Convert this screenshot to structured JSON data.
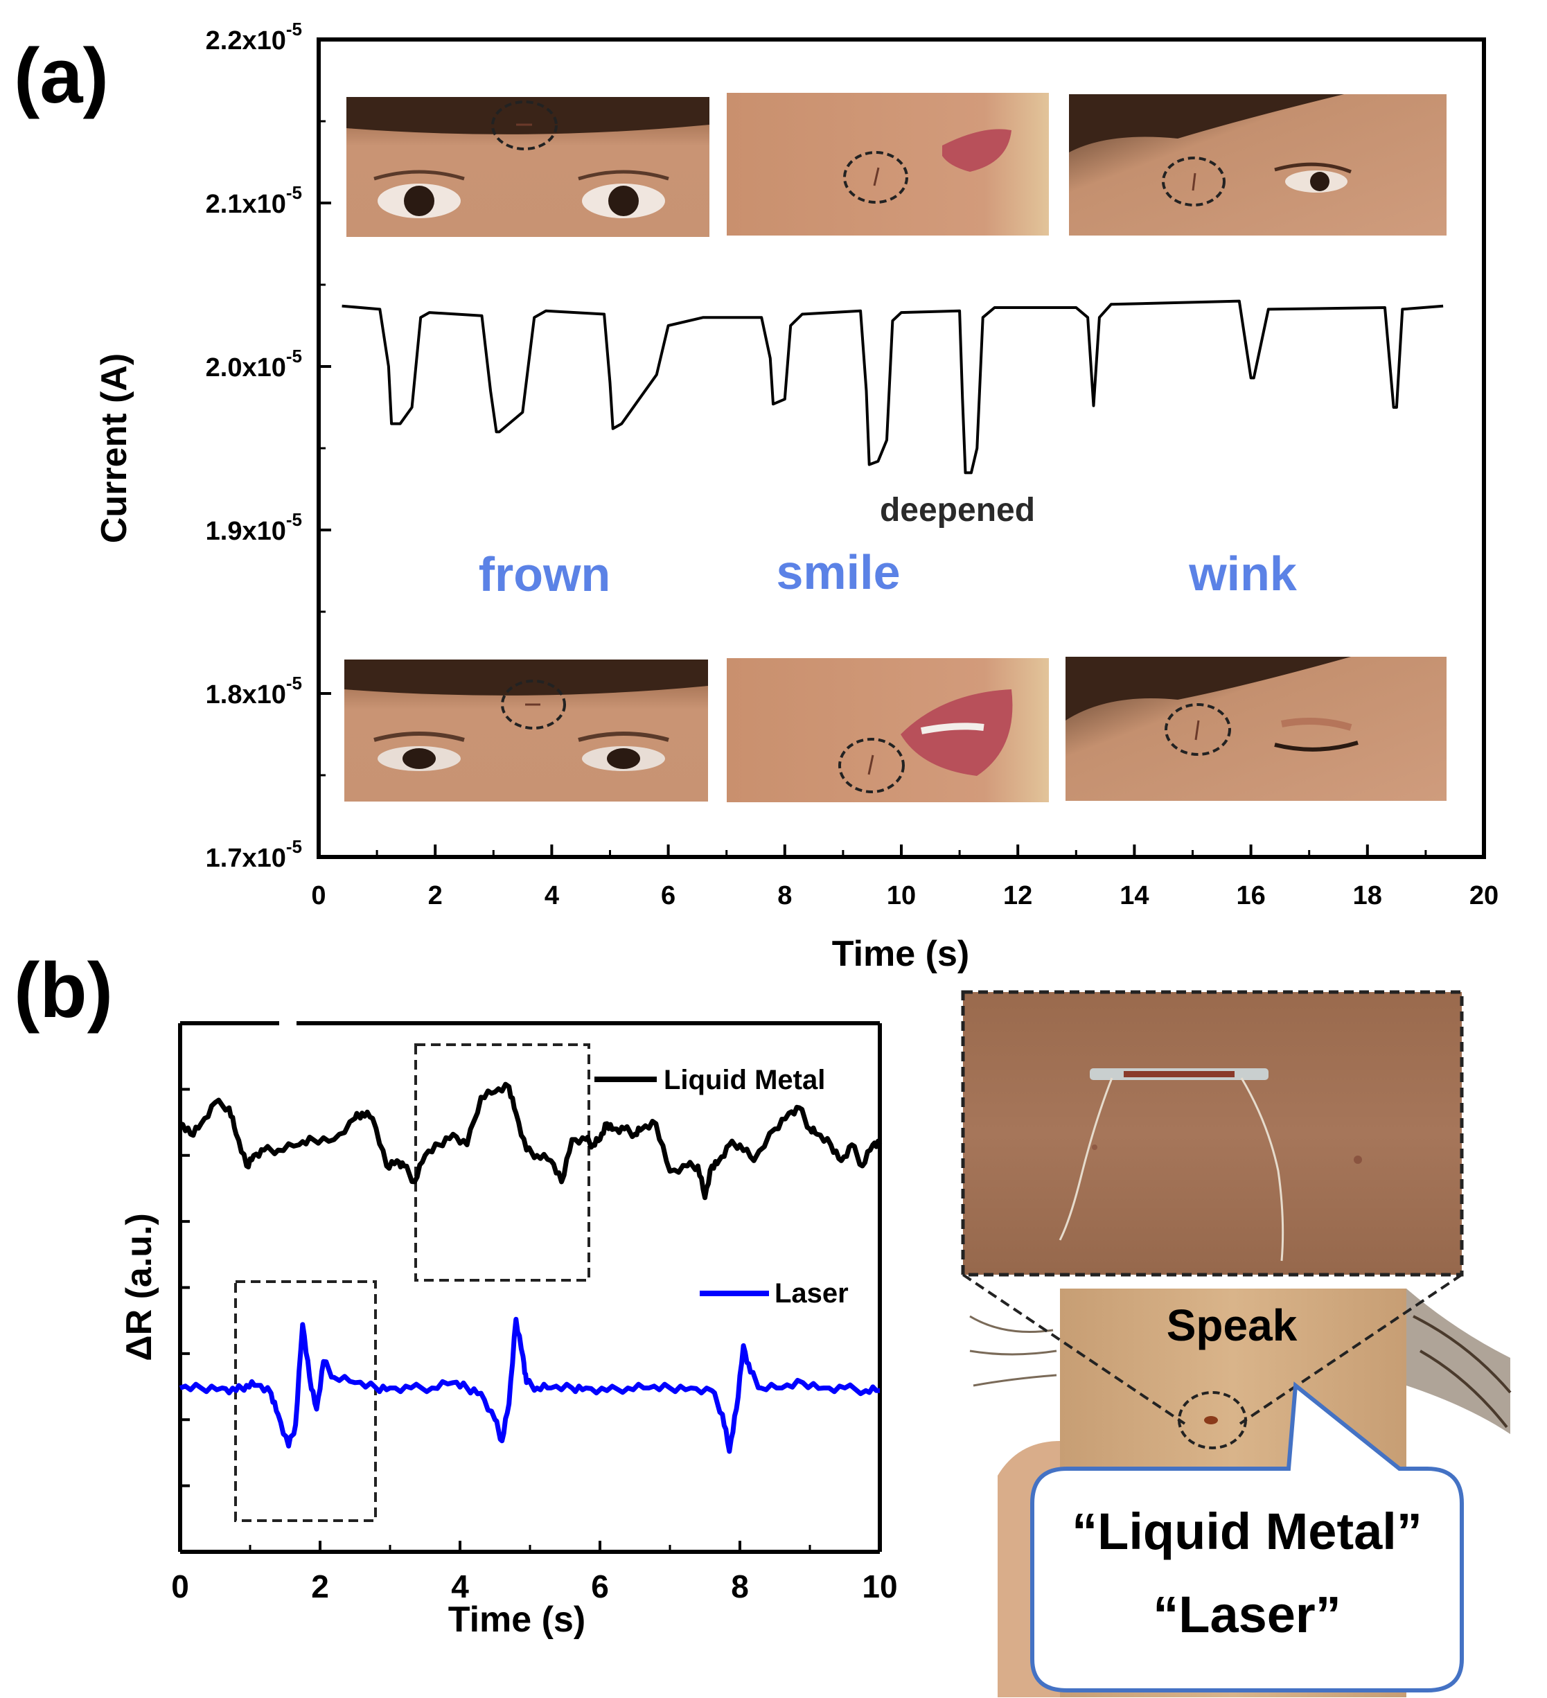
{
  "panel_a": {
    "label": "(a)",
    "ylabel": "Current (A)",
    "xlabel": "Time (s)",
    "ytick_labels": [
      {
        "mantissa": "2.2x10",
        "exp": "-5",
        "value": 2.2e-05
      },
      {
        "mantissa": "2.1x10",
        "exp": "-5",
        "value": 2.1e-05
      },
      {
        "mantissa": "2.0x10",
        "exp": "-5",
        "value": 2e-05
      },
      {
        "mantissa": "1.9x10",
        "exp": "-5",
        "value": 1.9e-05
      },
      {
        "mantissa": "1.8x10",
        "exp": "-5",
        "value": 1.8e-05
      },
      {
        "mantissa": "1.7x10",
        "exp": "-5",
        "value": 1.7e-05
      }
    ],
    "xtick_labels": [
      "0",
      "2",
      "4",
      "6",
      "8",
      "10",
      "12",
      "14",
      "16",
      "18",
      "20"
    ],
    "expressions": [
      "frown",
      "smile",
      "wink"
    ],
    "annotation": "deepened",
    "photos": {
      "top": [
        "frown relaxed face photo",
        "smile relaxed face photo",
        "wink relaxed face photo"
      ],
      "bottom": [
        "frown active face photo",
        "smile active face photo",
        "wink active face photo"
      ]
    }
  },
  "panel_b": {
    "label": "(b)",
    "ylabel": "ΔR (a.u.)",
    "xlabel": "Time (s)",
    "xtick_labels": [
      "0",
      "2",
      "4",
      "6",
      "8",
      "10"
    ],
    "legend": [
      "Liquid Metal",
      "Laser"
    ],
    "colors": {
      "liquid_metal": "#000000",
      "laser": "#0000ff"
    },
    "photo_label": "Speak",
    "bubble_lines": [
      "“Liquid Metal”",
      "“Laser”"
    ]
  },
  "chart_data": [
    {
      "type": "line",
      "title": "",
      "xlabel": "Time (s)",
      "ylabel": "Current (A)",
      "xlim": [
        0,
        20
      ],
      "ylim": [
        1.7e-05,
        2.2e-05
      ],
      "series": [
        {
          "name": "",
          "x": [
            0.4,
            1.05,
            1.2,
            1.25,
            1.4,
            1.6,
            1.75,
            1.9,
            2.8,
            2.95,
            3.05,
            3.1,
            3.5,
            3.7,
            3.9,
            4.9,
            5.0,
            5.05,
            5.2,
            5.5,
            5.8,
            6.0,
            6.6,
            7.0,
            7.6,
            7.75,
            7.8,
            8.0,
            8.1,
            8.3,
            9.3,
            9.4,
            9.45,
            9.6,
            9.75,
            9.85,
            10.0,
            11.0,
            11.05,
            11.1,
            11.2,
            11.3,
            11.4,
            11.6,
            12.5,
            13.0,
            13.2,
            13.3,
            13.4,
            13.6,
            15.8,
            16.0,
            16.05,
            16.3,
            18.3,
            18.45,
            18.5,
            18.6,
            19.3
          ],
          "y": [
            2.037e-05,
            2.035e-05,
            2e-05,
            1.965e-05,
            1.965e-05,
            1.975e-05,
            2.03e-05,
            2.033e-05,
            2.031e-05,
            1.985e-05,
            1.96e-05,
            1.96e-05,
            1.972e-05,
            2.03e-05,
            2.034e-05,
            2.032e-05,
            1.99e-05,
            1.962e-05,
            1.965e-05,
            1.98e-05,
            1.995e-05,
            2.025e-05,
            2.03e-05,
            2.03e-05,
            2.03e-05,
            2.005e-05,
            1.977e-05,
            1.98e-05,
            2.025e-05,
            2.032e-05,
            2.034e-05,
            1.985e-05,
            1.94e-05,
            1.942e-05,
            1.955e-05,
            2.028e-05,
            2.033e-05,
            2.034e-05,
            1.98e-05,
            1.935e-05,
            1.935e-05,
            1.95e-05,
            2.03e-05,
            2.036e-05,
            2.036e-05,
            2.036e-05,
            2.03e-05,
            1.976e-05,
            2.03e-05,
            2.038e-05,
            2.04e-05,
            1.993e-05,
            1.993e-05,
            2.035e-05,
            2.036e-05,
            1.975e-05,
            1.975e-05,
            2.035e-05,
            2.037e-05
          ]
        }
      ]
    },
    {
      "type": "line",
      "title": "",
      "xlabel": "Time (s)",
      "ylabel": "ΔR (a.u.)",
      "xlim": [
        0,
        10
      ],
      "ylim": [
        0,
        1
      ],
      "yticks_labeled": false,
      "legend_position": "right",
      "series": [
        {
          "name": "Liquid Metal",
          "x": [
            0.0,
            0.15,
            0.3,
            0.5,
            0.7,
            0.8,
            0.95,
            1.05,
            1.2,
            1.4,
            1.7,
            1.9,
            2.2,
            2.5,
            2.6,
            2.75,
            2.95,
            3.1,
            3.2,
            3.35,
            3.5,
            3.7,
            3.9,
            4.1,
            4.3,
            4.5,
            4.7,
            4.8,
            4.95,
            5.1,
            5.3,
            5.45,
            5.6,
            5.8,
            5.9,
            6.0,
            6.1,
            6.2,
            6.35,
            6.5,
            6.6,
            6.8,
            7.0,
            7.25,
            7.4,
            7.5,
            7.6,
            7.7,
            7.85,
            8.0,
            8.2,
            8.5,
            8.7,
            8.85,
            9.0,
            9.1,
            9.3,
            9.45,
            9.6,
            9.75,
            9.9,
            10.0
          ],
          "y": [
            0.81,
            0.79,
            0.81,
            0.85,
            0.84,
            0.79,
            0.73,
            0.75,
            0.76,
            0.76,
            0.77,
            0.78,
            0.78,
            0.82,
            0.83,
            0.82,
            0.73,
            0.74,
            0.73,
            0.7,
            0.75,
            0.77,
            0.79,
            0.77,
            0.86,
            0.87,
            0.88,
            0.83,
            0.76,
            0.75,
            0.74,
            0.7,
            0.78,
            0.78,
            0.77,
            0.78,
            0.81,
            0.8,
            0.8,
            0.79,
            0.8,
            0.81,
            0.72,
            0.73,
            0.73,
            0.67,
            0.73,
            0.74,
            0.77,
            0.77,
            0.74,
            0.8,
            0.83,
            0.84,
            0.8,
            0.79,
            0.77,
            0.74,
            0.77,
            0.73,
            0.77,
            0.77
          ]
        },
        {
          "name": "Laser",
          "x": [
            0.0,
            0.3,
            0.6,
            0.8,
            0.95,
            1.1,
            1.3,
            1.4,
            1.55,
            1.65,
            1.75,
            1.85,
            1.95,
            2.05,
            2.2,
            2.5,
            2.8,
            3.0,
            3.3,
            3.6,
            3.9,
            4.1,
            4.3,
            4.5,
            4.6,
            4.7,
            4.8,
            4.9,
            4.95,
            5.1,
            5.3,
            5.6,
            5.8,
            6.1,
            6.4,
            6.7,
            7.0,
            7.3,
            7.6,
            7.75,
            7.85,
            7.95,
            8.05,
            8.15,
            8.3,
            8.6,
            8.9,
            9.2,
            9.5,
            9.8,
            10.0
          ],
          "y": [
            0.31,
            0.31,
            0.31,
            0.305,
            0.315,
            0.315,
            0.3,
            0.26,
            0.2,
            0.24,
            0.43,
            0.33,
            0.27,
            0.36,
            0.33,
            0.32,
            0.31,
            0.31,
            0.31,
            0.31,
            0.32,
            0.31,
            0.3,
            0.25,
            0.21,
            0.28,
            0.44,
            0.37,
            0.32,
            0.31,
            0.31,
            0.31,
            0.31,
            0.305,
            0.31,
            0.31,
            0.31,
            0.31,
            0.305,
            0.26,
            0.19,
            0.27,
            0.39,
            0.34,
            0.31,
            0.31,
            0.32,
            0.31,
            0.31,
            0.305,
            0.305
          ]
        }
      ]
    }
  ]
}
